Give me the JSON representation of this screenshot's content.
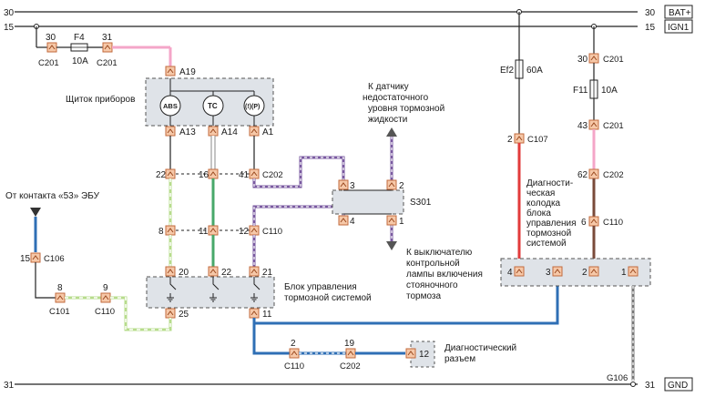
{
  "rails": {
    "bat_num": "30",
    "bat_label": "BAT+",
    "ign_num": "15",
    "ign_label": "IGN1",
    "gnd_num": "31",
    "gnd_label": "GND",
    "left_30": "30",
    "left_15": "15",
    "left_31": "31"
  },
  "fuse_f4": {
    "name": "F4",
    "rating": "10A"
  },
  "fuse_ef2": {
    "name": "Ef2",
    "rating": "60A"
  },
  "fuse_f11": {
    "name": "F11",
    "rating": "10A"
  },
  "connectors": {
    "c201": "C201",
    "c202": "C202",
    "c110": "C110",
    "c107": "C107",
    "c106": "C106",
    "c101": "C101",
    "g106": "G106"
  },
  "pins": {
    "f4_in": "30",
    "f4_out": "31",
    "a19": "A19",
    "a13": "A13",
    "a14": "A14",
    "a1": "A1",
    "p22": "22",
    "p16": "16",
    "p41": "41",
    "p8": "8",
    "p11": "11",
    "p12": "12",
    "s3": "3",
    "s2": "2",
    "s4": "4",
    "s1": "1",
    "m20": "20",
    "m22": "22",
    "m21": "21",
    "m25": "25",
    "m11": "11",
    "c106_15": "15",
    "c101_8": "8",
    "c110_9": "9",
    "c110_2": "2",
    "c202_19": "19",
    "dg_12": "12",
    "f11_30": "30",
    "f11_43": "43",
    "c202_62": "62",
    "c110_6": "6",
    "c107_2": "2",
    "d4": "4",
    "d3": "3",
    "d2": "2",
    "d1": "1"
  },
  "labels": {
    "instrument_panel": "Щиток приборов",
    "abs": "ABS",
    "tc": "TC",
    "brake_icon": "(!)(P)",
    "s301": "S301",
    "fluid_sensor": [
      "К датчику",
      "недостаточного",
      "уровня тормозной",
      "жидкости"
    ],
    "parking_switch": [
      "К выключателю",
      "контрольной",
      "лампы включения",
      "стояночного",
      "тормоза"
    ],
    "ecu_contact": "От контакта «53»  ЭБУ",
    "brake_module": [
      "Блок управления",
      "тормозной системой"
    ],
    "diag_plug": [
      "Диагностический",
      "разъем"
    ],
    "diag_block": [
      "Диагности-",
      "ческая",
      "колодка",
      "блока",
      "управления",
      "тормозной",
      "системой"
    ]
  },
  "colors": {
    "wire_pink": "#f4a6c8",
    "wire_green_light": "#b7dc8c",
    "wire_green": "#48a86a",
    "wire_blue": "#2f6fb5",
    "wire_purple": "#7a5aa0",
    "wire_red": "#e23b3b",
    "wire_brown": "#7a4a3a",
    "wire_gray": "#777777",
    "connector_fill": "#f6c8a8",
    "connector_stroke": "#c26a3c",
    "box_fill": "#dfe3e8"
  }
}
